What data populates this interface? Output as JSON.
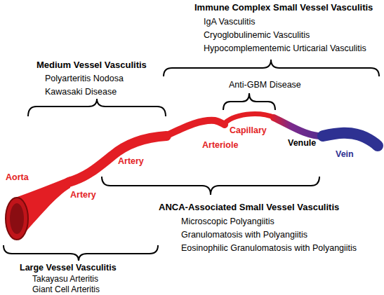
{
  "diagram": {
    "labels": [
      "Immune Complex Small Vessel Vasculitis",
      "IgA Vasculitis",
      "Cryoglobulinemic Vasculitis",
      "Hypocomplementemic Urticarial Vasculitis",
      "Medium Vessel Vasculitis",
      "Polyarteritis Nodosa",
      "Kawasaki Disease",
      "Anti-GBM Disease",
      "Aorta",
      "Artery",
      "Artery",
      "Arteriole",
      "Capillary",
      "Venule",
      "Vein",
      "ANCA-Associated Small Vessel Vasculitis",
      "Microscopic Polyangiitis",
      "Granulomatosis with Polyangiitis",
      "Eosinophilic Granulomatosis with Polyangiitis",
      "Large Vessel Vasculitis",
      "Takayasu Arteritis",
      "Giant Cell Arteritis"
    ]
  }
}
